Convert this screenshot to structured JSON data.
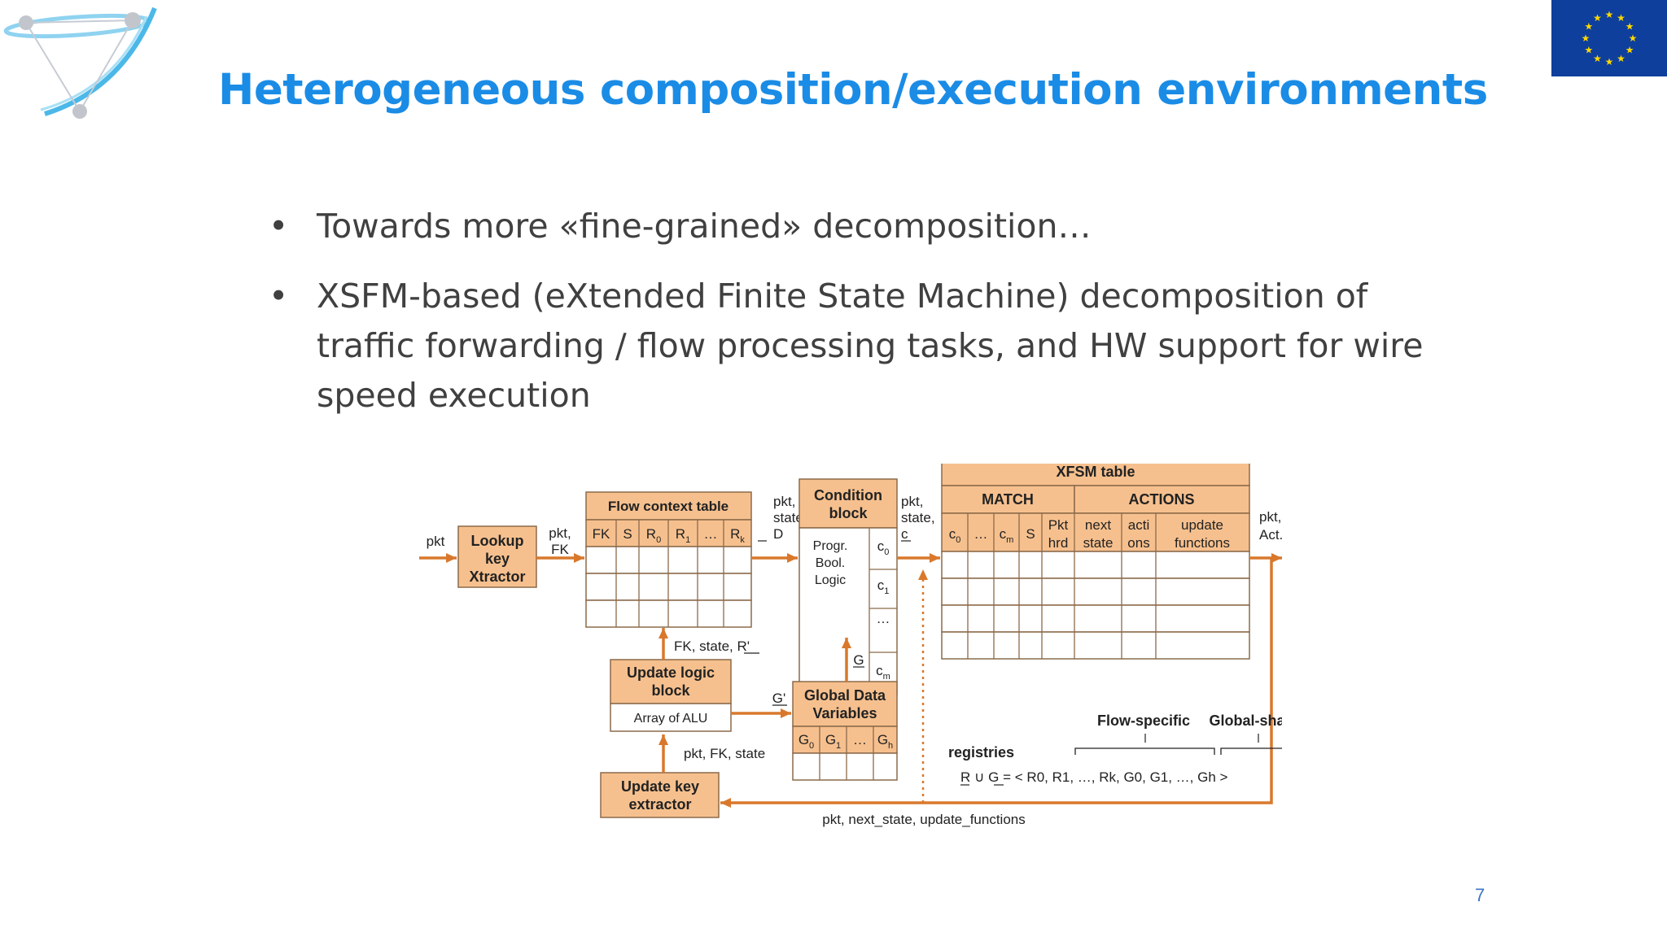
{
  "colors": {
    "title": "#1a8ce6",
    "text": "#404040",
    "box_fill": "#f6c08e",
    "box_stroke": "#8c6a4a",
    "arrow": "#d9782c",
    "eu_blue": "#0e3f9c",
    "eu_star": "#ffd700",
    "page_number": "#3a75c4"
  },
  "slide": {
    "title": "Heterogeneous composition/execution environments",
    "bullets": [
      "Towards more «fine-grained» decomposition…",
      "XSFM-based (eXtended Finite State Machine) decomposition of traffic forwarding / flow processing tasks, and HW support for wire speed execution"
    ],
    "bullet_marker": "•",
    "page_number": "7",
    "icons": [
      "logo-icon",
      "eu-flag-icon"
    ]
  },
  "diagram": {
    "input_pkt": "pkt",
    "lookup_box": [
      "Lookup",
      "key",
      "Xtractor"
    ],
    "pkt_fk": [
      "pkt,",
      "FK"
    ],
    "flow_context_title": "Flow context table",
    "flow_context_headers": [
      "FK",
      "S",
      "R0",
      "R1",
      "…",
      "Rk"
    ],
    "pkt_state_d": [
      "pkt,",
      "state,",
      "D"
    ],
    "condition_title": [
      "Condition",
      "block"
    ],
    "condition_logic": [
      "Progr.",
      "Bool.",
      "Logic"
    ],
    "condition_outputs": [
      "c0",
      "c1",
      "…",
      "cm"
    ],
    "pkt_state_c": [
      "pkt,",
      "state,",
      "c"
    ],
    "xfsm_title": "XFSM table",
    "match_label": "MATCH",
    "actions_label": "ACTIONS",
    "match_cols": [
      "c0",
      "…",
      "cm",
      "S"
    ],
    "pkt_hrd": [
      "Pkt",
      "hrd"
    ],
    "next_state": [
      "next",
      "state"
    ],
    "acti_ons": [
      "acti",
      "ons"
    ],
    "update_functions": [
      "update",
      "functions"
    ],
    "output_label": [
      "pkt,",
      "Act."
    ],
    "fk_state_r": "FK, state, R'",
    "update_logic_title": [
      "Update logic",
      "block"
    ],
    "array_alu": "Array of ALU",
    "g_prime": "G'",
    "g_label": "G",
    "global_title": [
      "Global Data",
      "Variables"
    ],
    "global_headers": [
      "G0",
      "G1",
      "…",
      "Gh"
    ],
    "pkt_fk_state": "pkt, FK, state",
    "update_key_title": [
      "Update key",
      "extractor"
    ],
    "flow_specific": "Flow-specific",
    "global_shared": "Global-shared",
    "registries": "registries",
    "registries_formula": "R ∪ G = < R0, R1, …, Rk, G0, G1, …, Gh >",
    "feedback_label": "pkt, next_state, update_functions"
  }
}
